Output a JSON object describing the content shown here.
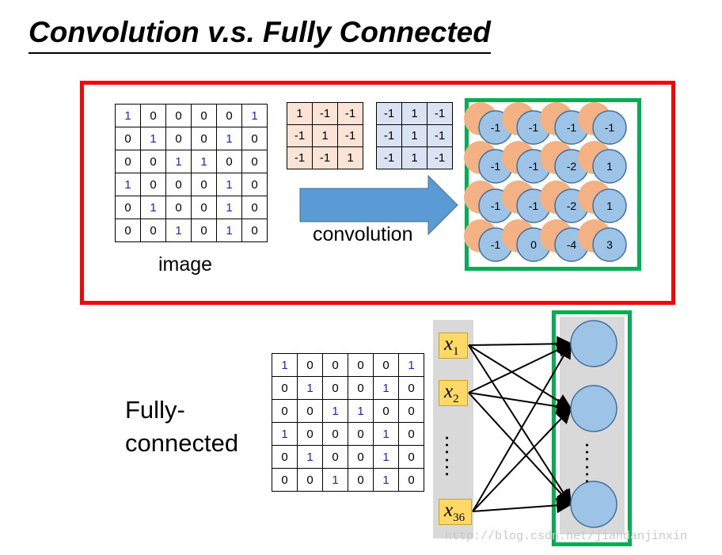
{
  "title": "Convolution v.s. Fully Connected",
  "image_matrix": [
    [
      "1",
      "0",
      "0",
      "0",
      "0",
      "1"
    ],
    [
      "0",
      "1",
      "0",
      "0",
      "1",
      "0"
    ],
    [
      "0",
      "0",
      "1",
      "1",
      "0",
      "0"
    ],
    [
      "1",
      "0",
      "0",
      "0",
      "1",
      "0"
    ],
    [
      "0",
      "1",
      "0",
      "0",
      "1",
      "0"
    ],
    [
      "0",
      "0",
      "1",
      "0",
      "1",
      "0"
    ]
  ],
  "highlight_cells": [
    [
      0,
      0
    ],
    [
      0,
      5
    ],
    [
      1,
      1
    ],
    [
      1,
      4
    ],
    [
      2,
      2
    ],
    [
      2,
      3
    ],
    [
      3,
      0
    ],
    [
      3,
      4
    ],
    [
      4,
      1
    ],
    [
      4,
      4
    ],
    [
      5,
      2
    ],
    [
      5,
      4
    ]
  ],
  "filter1": [
    [
      "1",
      "-1",
      "-1"
    ],
    [
      "-1",
      "1",
      "-1"
    ],
    [
      "-1",
      "-1",
      "1"
    ]
  ],
  "filter2": [
    [
      "-1",
      "1",
      "-1"
    ],
    [
      "-1",
      "1",
      "-1"
    ],
    [
      "-1",
      "1",
      "-1"
    ]
  ],
  "feature_map": [
    [
      "-1",
      "-1",
      "-1",
      "-1"
    ],
    [
      "-1",
      "-1",
      "-2",
      "1"
    ],
    [
      "-1",
      "-1",
      "-2",
      "1"
    ],
    [
      "-1",
      "0",
      "-4",
      "3"
    ]
  ],
  "labels": {
    "image": "image",
    "convolution": "convolution",
    "fully_connected_line1": "Fully-",
    "fully_connected_line2": "connected"
  },
  "inputs": {
    "x1_base": "x",
    "x1_sub": "1",
    "x2_base": "x",
    "x2_sub": "2",
    "x36_base": "x",
    "x36_sub": "36",
    "dots": "……"
  },
  "output_dots": "……",
  "watermark": "http://blog.csdn.net/jiandanjinxin",
  "colors": {
    "frame_red": "#ff0000",
    "frame_green": "#00b050",
    "neuron_blue": "#9dc3e6",
    "neuron_orange": "#f4b183",
    "arrow_blue": "#5b9bd5",
    "highlight_digit": "#1f1fcc"
  }
}
